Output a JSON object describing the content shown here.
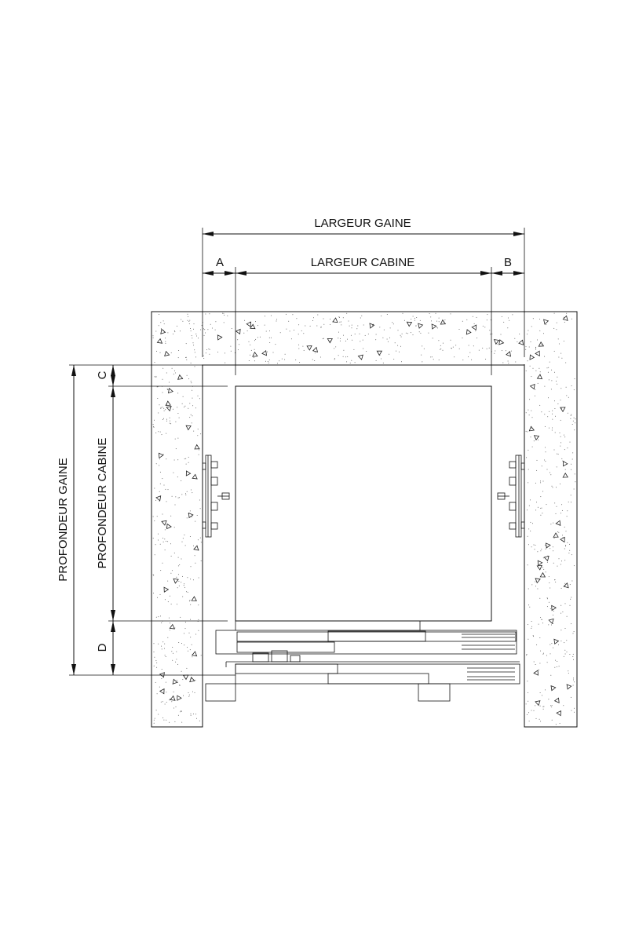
{
  "dimensions": {
    "shaft_width": "LARGEUR GAINE",
    "car_width": "LARGEUR CABINE",
    "shaft_depth": "PROFONDEUR GAINE",
    "car_depth": "PROFONDEUR CABINE",
    "a": "A",
    "b": "B",
    "c": "C",
    "d": "D"
  },
  "colors": {
    "line": "#111111",
    "background": "#ffffff"
  }
}
